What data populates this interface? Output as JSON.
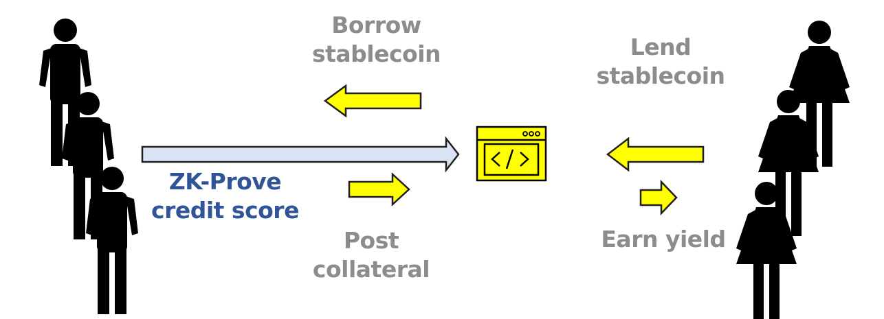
{
  "labels": {
    "borrow": [
      "Borrow",
      "stablecoin"
    ],
    "lend": [
      "Lend",
      "stablecoin"
    ],
    "zk_prove": [
      "ZK-Prove",
      "credit score"
    ],
    "post": [
      "Post",
      "collateral"
    ],
    "earn": [
      "Earn yield"
    ]
  },
  "nodes": {
    "contract_icon": "code-window-icon",
    "borrowers": "male-person-icon",
    "lenders": "female-person-icon"
  },
  "colors": {
    "label_gray": "#8c8c8c",
    "label_blue": "#2f5597",
    "arrow_yellow": "#ffff00",
    "arrow_blue": "#dae3f3",
    "person": "#000000",
    "stroke": "#000000"
  }
}
